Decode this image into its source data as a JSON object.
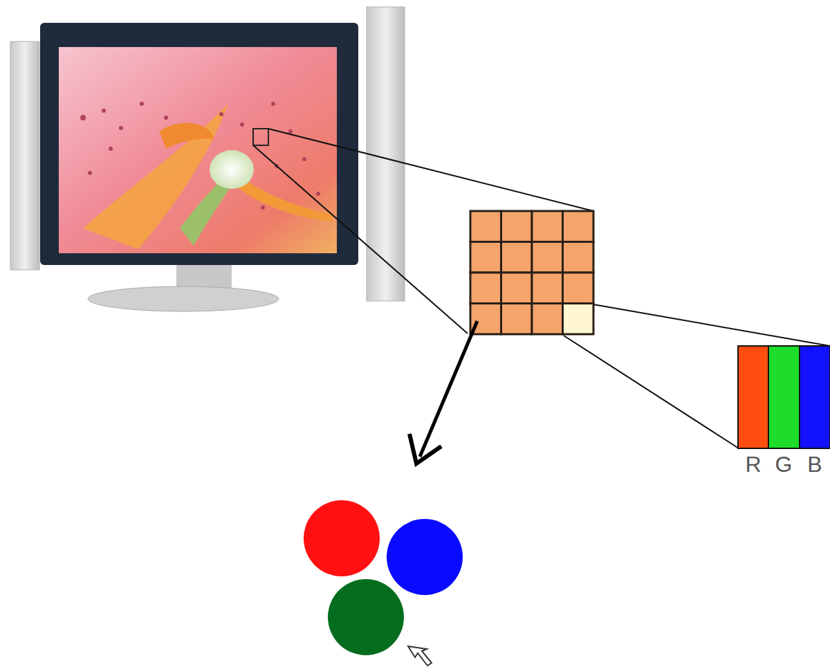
{
  "diagram": {
    "labels": [
      "R",
      "G",
      "B"
    ]
  }
}
